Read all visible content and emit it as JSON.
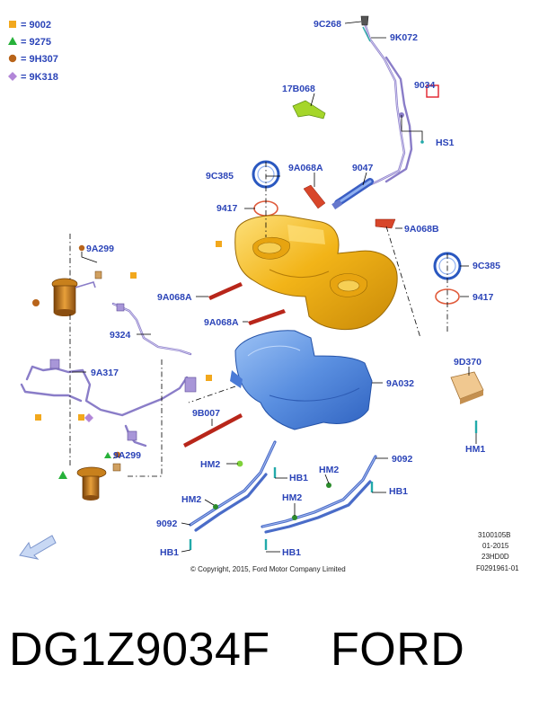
{
  "legend": [
    {
      "symbol": "square",
      "color": "#f2a81d",
      "text": "= 9002"
    },
    {
      "symbol": "triangle",
      "color": "#27b13a",
      "text": "= 9275"
    },
    {
      "symbol": "circle",
      "color": "#b8641a",
      "text": "= 9H307"
    },
    {
      "symbol": "diamond",
      "color": "#b286d8",
      "text": "= 9K318"
    }
  ],
  "callouts": {
    "c_9C268": "9C268",
    "c_9K072": "9K072",
    "c_9034": "9034",
    "c_17B068": "17B068",
    "c_HS1": "HS1",
    "c_9C385_top": "9C385",
    "c_9A068A_top": "9A068A",
    "c_9047": "9047",
    "c_9417_top": "9417",
    "c_9A068B": "9A068B",
    "c_9A299_top": "9A299",
    "c_9C385_right": "9C385",
    "c_9417_right": "9417",
    "c_9A068A_left": "9A068A",
    "c_9A068A_low": "9A068A",
    "c_9324": "9324",
    "c_9A317": "9A317",
    "c_9D370": "9D370",
    "c_9A032": "9A032",
    "c_9B007": "9B007",
    "c_9A299_low": "9A299",
    "c_HM1": "HM1",
    "c_HM2_a": "HM2",
    "c_HB1_a": "HB1",
    "c_HM2_b": "HM2",
    "c_9092_right": "9092",
    "c_HB1_b": "HB1",
    "c_HM2_c": "HM2",
    "c_HM2_d": "HM2",
    "c_9092_left": "9092",
    "c_HB1_c": "HB1",
    "c_HB1_d": "HB1"
  },
  "meta_block": {
    "line1": "3100105B",
    "line2": "01-2015",
    "line3": "23HD0D",
    "line4": "F0291961-01"
  },
  "copyright": "© Copyright, 2015, Ford Motor Company Limited",
  "footer": {
    "part_number": "DG1Z9034F",
    "brand": "FORD"
  },
  "colors": {
    "callout_text": "#2b44b8",
    "fuel_tank": "#f2b418",
    "heat_shield": "#5a8fe0",
    "filler_pipe": "#8a7dc8",
    "highlight_box": "#e0202a"
  }
}
